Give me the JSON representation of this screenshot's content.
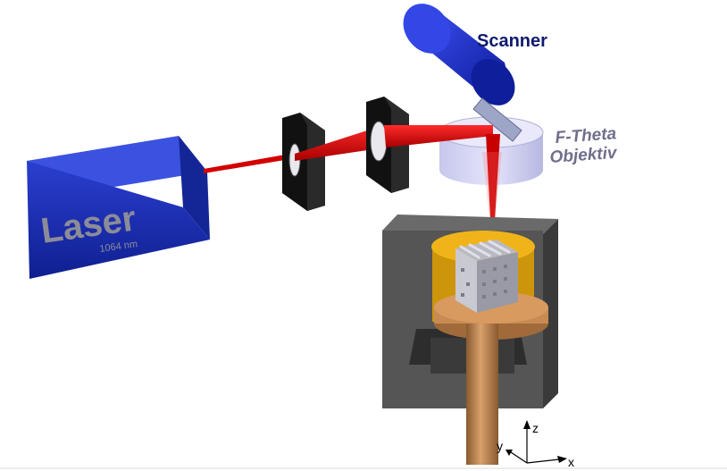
{
  "labels": {
    "laser": "Laser",
    "wavelength": "1064 nm",
    "scanner": "Scanner",
    "ftheta_line1": "F-Theta",
    "ftheta_line2": "Objektiv"
  },
  "axes": {
    "z": "z",
    "y": "y",
    "x": "x"
  },
  "colors": {
    "laser_blue": "#1a2fb8",
    "beam_red": "#d40000",
    "lens_lavender": "#cfd0f0",
    "label_navy": "#0e1a6e",
    "label_gray": "#6f6f8c",
    "chamber_gray": "#4a4a4a",
    "powder_yellow": "#e2a100",
    "piston_brown": "#c5854f"
  }
}
